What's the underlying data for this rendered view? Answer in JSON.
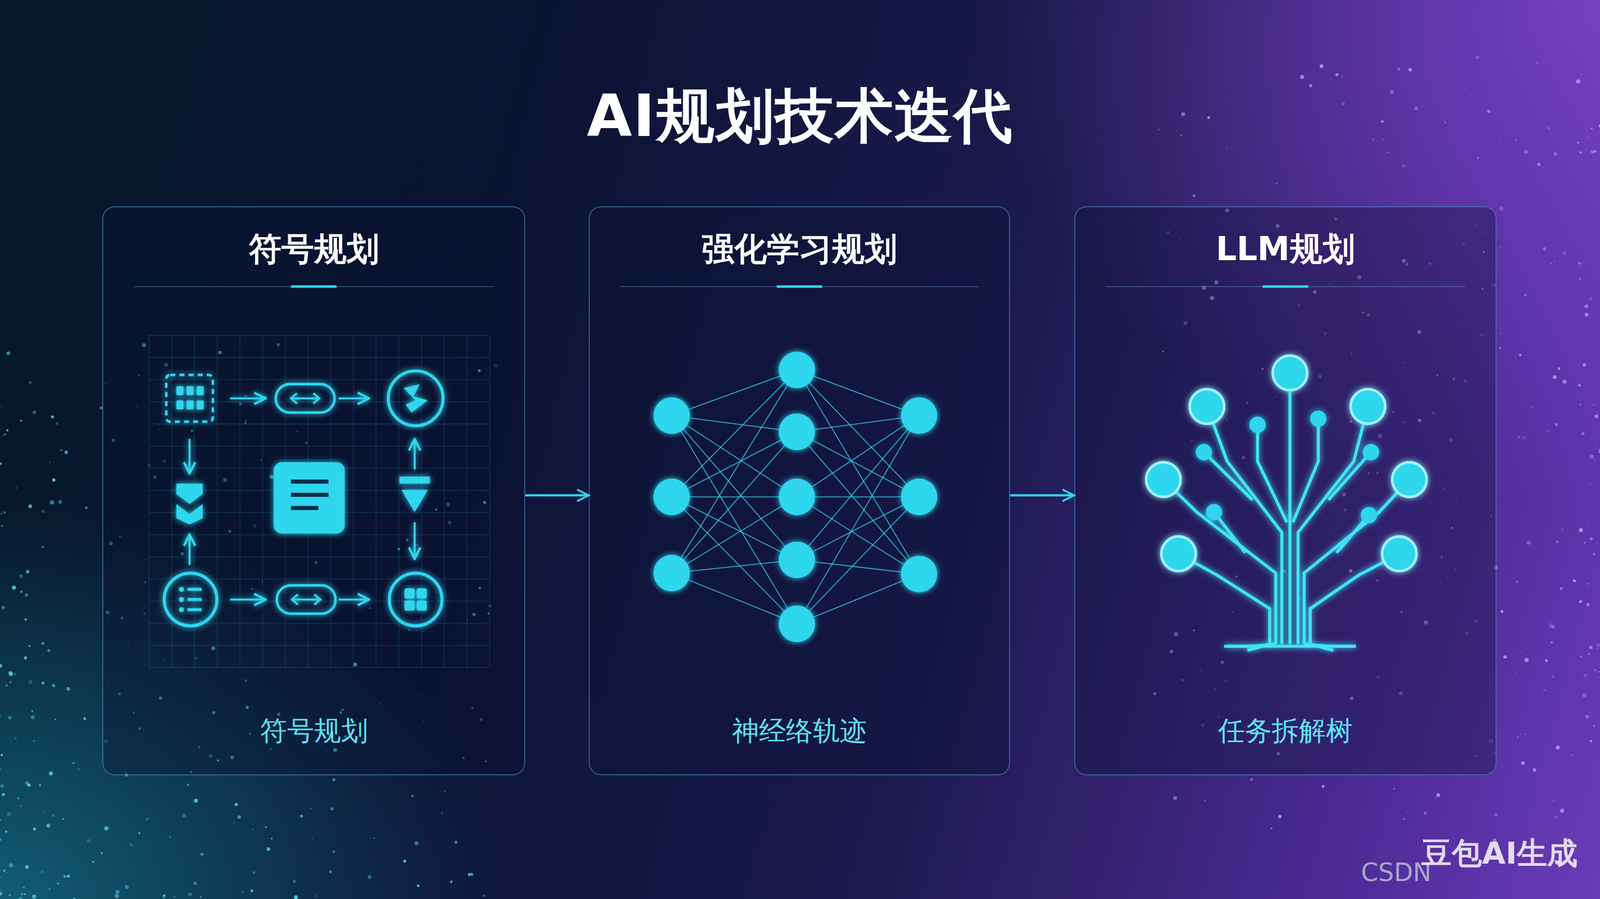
{
  "diagram": {
    "title": "AI规划技术迭代",
    "nodes": [
      {
        "text": [
          "符号规划",
          "符号规划"
        ]
      },
      {
        "text": [
          "强化学习规划",
          "神经络轨迹"
        ]
      },
      {
        "text": [
          "LLM规划",
          "任务拆解树"
        ]
      }
    ],
    "edges": [
      {
        "from": 0,
        "to": 1,
        "arrow": "to"
      },
      {
        "from": 1,
        "to": 2,
        "arrow": "to"
      }
    ],
    "labels": [
      "CSDN",
      "豆包AI生成"
    ]
  }
}
